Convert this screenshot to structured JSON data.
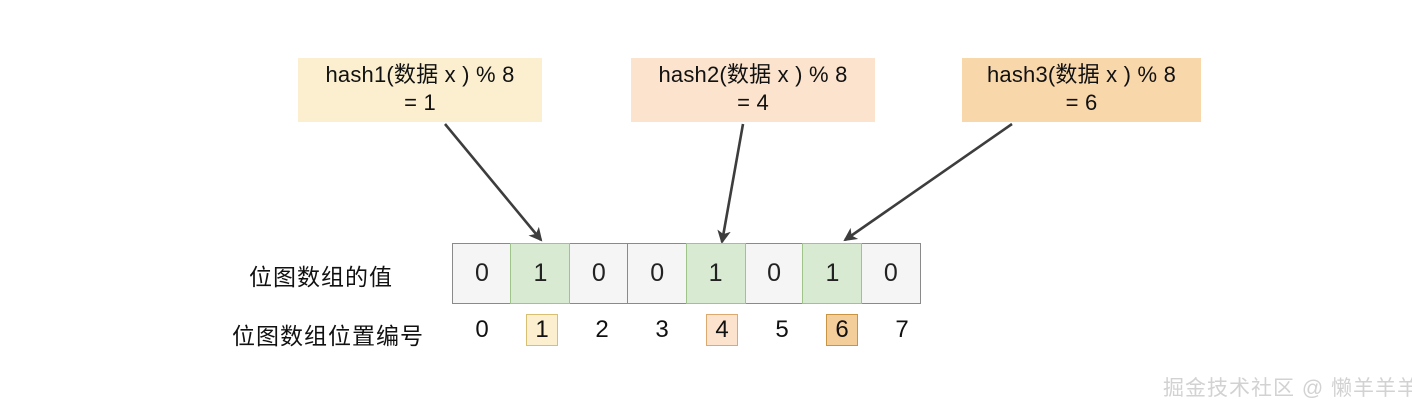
{
  "diagram": {
    "title": "Bloom filter bitmap hashing diagram",
    "hash_labels": [
      {
        "id": "hash1",
        "line1": "hash1(数据 x ) % 8",
        "line2": "= 1",
        "result_index": 1,
        "color": "#fbefcf"
      },
      {
        "id": "hash2",
        "line1": "hash2(数据 x ) % 8",
        "line2": "= 4",
        "result_index": 4,
        "color": "#fbe3cd"
      },
      {
        "id": "hash3",
        "line1": "hash3(数据 x ) % 8",
        "line2": "= 6",
        "result_index": 6,
        "color": "#f8d7ab"
      }
    ],
    "rows": {
      "values_label": "位图数组的值",
      "indices_label": "位图数组位置编号"
    },
    "bit_values": [
      "0",
      "1",
      "0",
      "0",
      "1",
      "0",
      "1",
      "0"
    ],
    "bit_on_indices": [
      1,
      4,
      6
    ],
    "indices": [
      "0",
      "1",
      "2",
      "3",
      "4",
      "5",
      "6",
      "7"
    ],
    "highlighted_indices": [
      1,
      4,
      6
    ],
    "colors": {
      "bit_on": "#d9ead3",
      "bit_off": "#f5f5f5",
      "cell_border": "#8a8a8a",
      "arrow": "#3d3d3d"
    },
    "watermark": "掘金技术社区 @ 懒羊羊羊"
  }
}
